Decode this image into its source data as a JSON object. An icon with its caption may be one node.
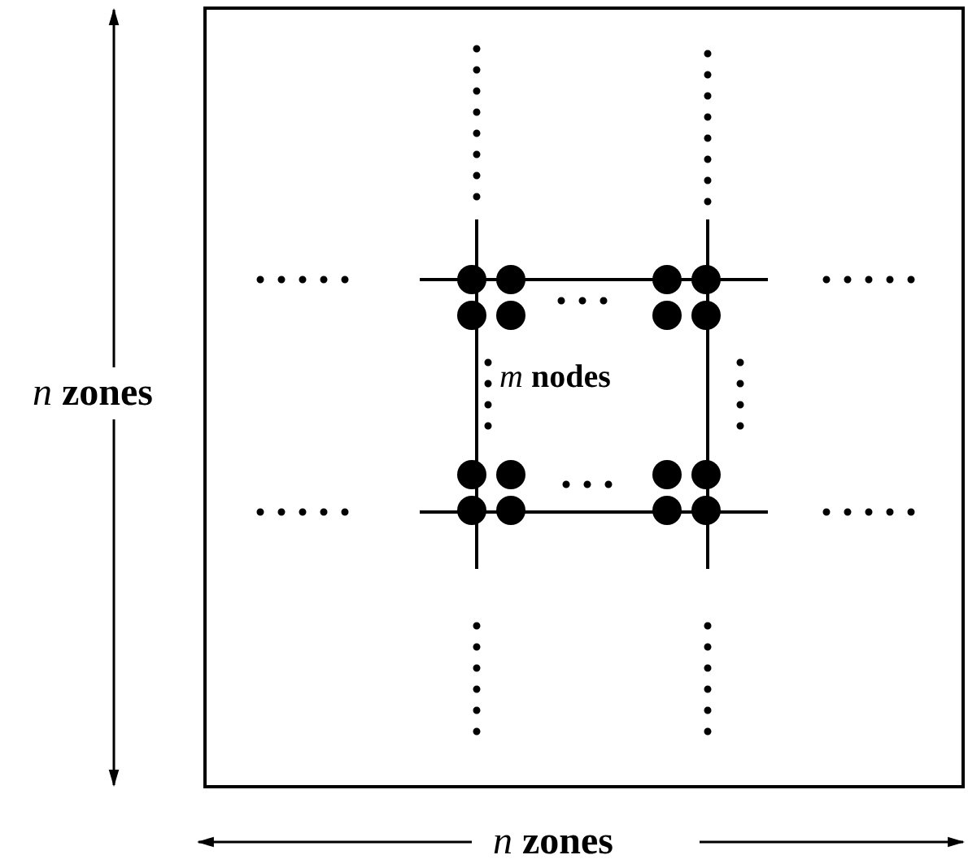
{
  "diagram": {
    "labels": [
      "*n* zones",
      "*m* nodes",
      "*n* zones"
    ]
  }
}
